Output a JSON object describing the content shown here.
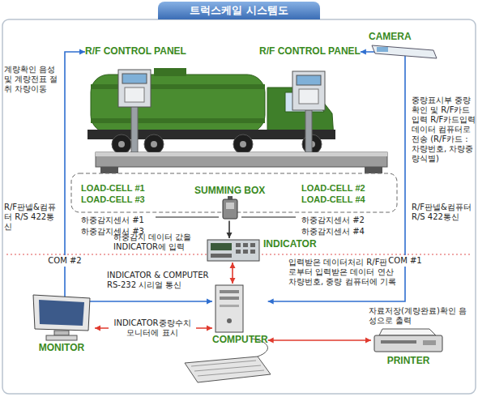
{
  "diagram": {
    "title": "트럭스케일 시스템도",
    "nodes": [
      {
        "text": [
          "R/F CONTROL PANEL"
        ]
      },
      {
        "text": [
          "R/F CONTROL PANEL"
        ]
      },
      {
        "text": [
          "CAMERA"
        ]
      },
      {
        "text": [
          "SUMMING BOX"
        ]
      },
      {
        "text": [
          "INDICATOR"
        ]
      },
      {
        "text": [
          "COMPUTER"
        ]
      },
      {
        "text": [
          "MONITOR"
        ]
      },
      {
        "text": [
          "PRINTER"
        ]
      }
    ],
    "edges": [
      {
        "from": 5,
        "to": 0,
        "arrow": "both",
        "label": "COM #2"
      },
      {
        "from": 5,
        "to": 1,
        "arrow": "both",
        "label": "COM #1"
      },
      {
        "from": 3,
        "to": 4,
        "arrow": "to"
      },
      {
        "from": 4,
        "to": 5,
        "arrow": "both"
      },
      {
        "from": 5,
        "to": 6,
        "arrow": "both",
        "label": "INDICATOR중량수치 모니터에 표시"
      },
      {
        "from": 5,
        "to": 7,
        "arrow": "both"
      }
    ],
    "labels": [
      "계량확인 음성 및 계량전표 절취 차량이동",
      "중량표시부 중량확인 및 R/F카드 입력 R/F카드입력 데이터 컴퓨터로 전송 (R/F카드 : 차량번호, 차량중량식별)",
      "LOAD-CELL #1",
      "LOAD-CELL #3",
      "LOAD-CELL #2",
      "LOAD-CELL #4",
      "R/F판넬&컴퓨터 R/S 422통신",
      "R/F판넬&컴퓨터 R/S 422통신",
      "하중감지센서 #1",
      "하중감지센서 #3",
      "하중감지센서 #2",
      "하중감지센서 #4",
      "하중감지 데이터 값을 INDICATOR에 입력",
      "INDICATOR & COMPUTER RS-232 시리얼 통신",
      "입력받은 데이터처리 R/F판넬로부터 입력받은 데이터 연산 차량번호, 중량 컴퓨터에 기록",
      "자료저장(계량완료)확인 음성으로 출력"
    ]
  }
}
